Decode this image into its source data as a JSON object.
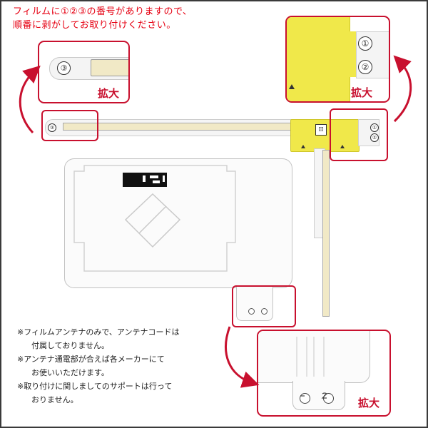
{
  "instruction": {
    "line1": "フィルムに①②③の番号がありますので、",
    "line2": "順番に剥がしてお取り付けください。"
  },
  "zoom_label": "拡大",
  "film_numbers": {
    "one": "①",
    "two": "②",
    "three": "③"
  },
  "connector_mark": "II",
  "notes": [
    "※フィルムアンテナのみで、アンテナコードは",
    "付属しておりません。",
    "※アンテナ通電部が合えば各メーカーにて",
    "お使いいただけます。",
    "※取り付けに関しましてのサポートは行って",
    "おりません。"
  ],
  "colors": {
    "accent_red": "#c8102e",
    "instruction_red": "#e60012",
    "tab_yellow": "#f0e84a",
    "element_beige": "#f1e9c6"
  }
}
